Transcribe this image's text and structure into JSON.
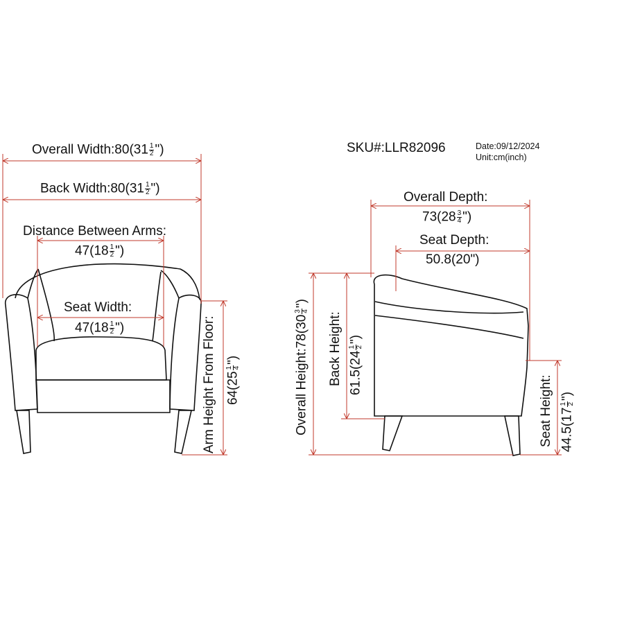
{
  "header": {
    "sku": "SKU#:LLR82096",
    "date": "Date:09/12/2024",
    "unit": "Unit:cm(inch)"
  },
  "front_view": {
    "overall_width": {
      "label": "Overall Width:80(31",
      "frac_n": "1",
      "frac_d": "2",
      "tail": "\")"
    },
    "back_width": {
      "label": "Back Width:80(31",
      "frac_n": "1",
      "frac_d": "2",
      "tail": "\")"
    },
    "distance_between_arms": {
      "title": "Distance Between Arms:",
      "value": "47(18",
      "frac_n": "1",
      "frac_d": "2",
      "tail": "\")"
    },
    "seat_width": {
      "title": "Seat Width:",
      "value": "47(18",
      "frac_n": "1",
      "frac_d": "2",
      "tail": "\")"
    },
    "arm_height": {
      "title": "Arm Height From Floor:",
      "value": "64(25",
      "frac_n": "1",
      "frac_d": "4",
      "tail": "\")"
    }
  },
  "side_view": {
    "overall_depth": {
      "title": "Overall Depth:",
      "value": "73(28",
      "frac_n": "3",
      "frac_d": "4",
      "tail": "\")"
    },
    "seat_depth": {
      "title": "Seat Depth:",
      "value": "50.8(20\")"
    },
    "overall_height": {
      "label": "Overall Height:78(30",
      "frac_n": "3",
      "frac_d": "4",
      "tail": "\")"
    },
    "back_height": {
      "title": "Back Height:",
      "value": "61.5(24",
      "frac_n": "1",
      "frac_d": "2",
      "tail": "\")"
    },
    "seat_height": {
      "title": "Seat Height:",
      "value": "44.5(17",
      "frac_n": "1",
      "frac_d": "2",
      "tail": "\")"
    }
  },
  "colors": {
    "dimension_line": "#c0392b",
    "outline": "#111111"
  }
}
